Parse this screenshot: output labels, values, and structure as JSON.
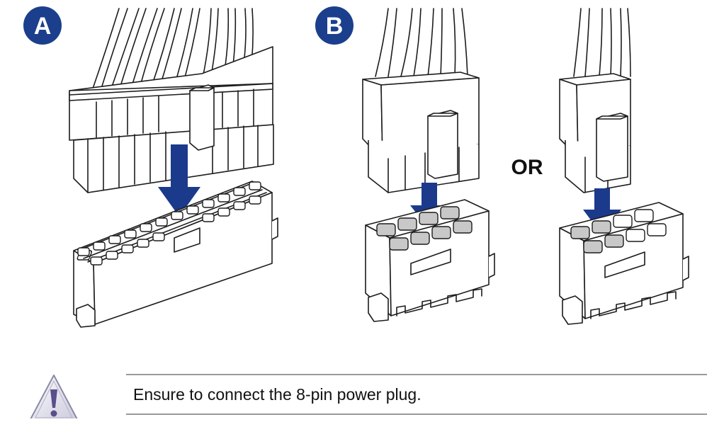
{
  "figure": {
    "labels": {
      "a": "A",
      "b": "B"
    },
    "or_text": "OR",
    "colors": {
      "badge": "#1b3f8c",
      "arrow": "#1b3a8c",
      "pin_fill": "#c8c8c8",
      "rule": "#9a9a9a"
    }
  },
  "note": {
    "icon": "warning-triangle-icon",
    "text": "Ensure to connect the 8-pin power plug."
  }
}
